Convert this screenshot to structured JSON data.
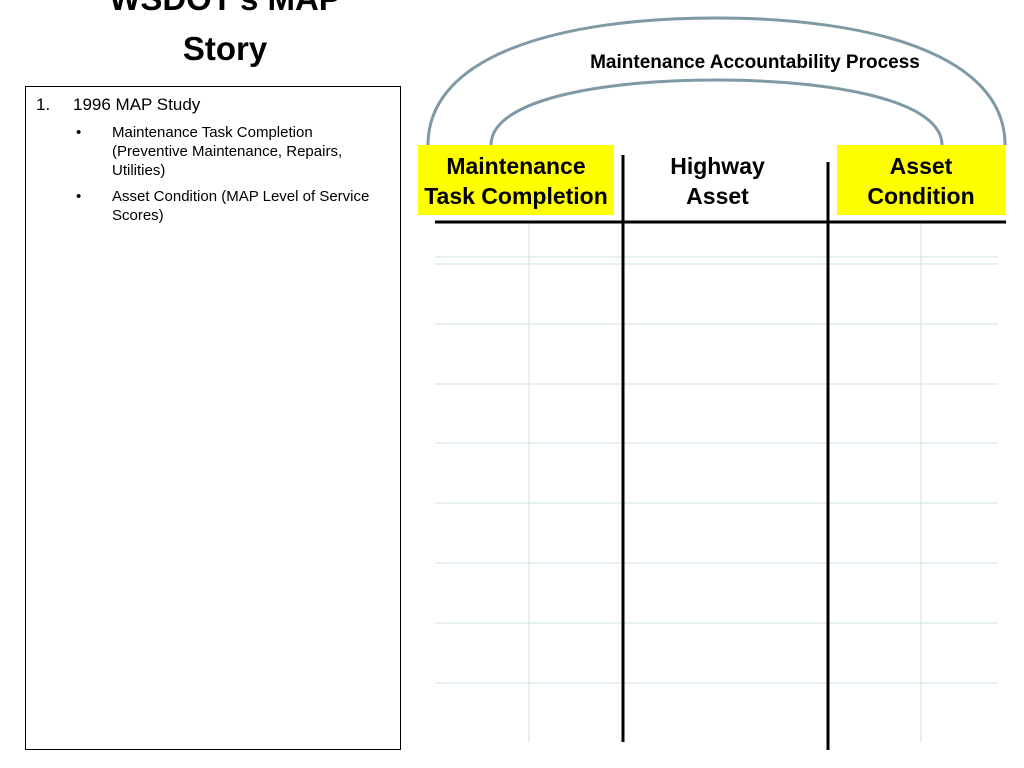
{
  "slide": {
    "title_line_1": "WSDOT’s MAP",
    "title_line_2": "Story"
  },
  "outline": {
    "item_number": "1.",
    "item_text": "1996 MAP Study",
    "bullet_glyph": "•",
    "bullets": [
      "Maintenance Task Completion (Preventive Maintenance, Repairs, Utilities)",
      "Asset Condition (MAP Level of Service Scores)"
    ]
  },
  "diagram": {
    "arc_label": "Maintenance Accountability Process",
    "left_box": {
      "line_1": "Maintenance",
      "line_2": "Task Completion",
      "color": "#ffff00"
    },
    "center_header": {
      "line_1": "Highway",
      "line_2": "Asset"
    },
    "right_box": {
      "line_1": "Asset",
      "line_2": "Condition",
      "color": "#ffff00"
    },
    "arc_color": "#7f9aa5",
    "grid_line_color": "#cfe3e3"
  }
}
